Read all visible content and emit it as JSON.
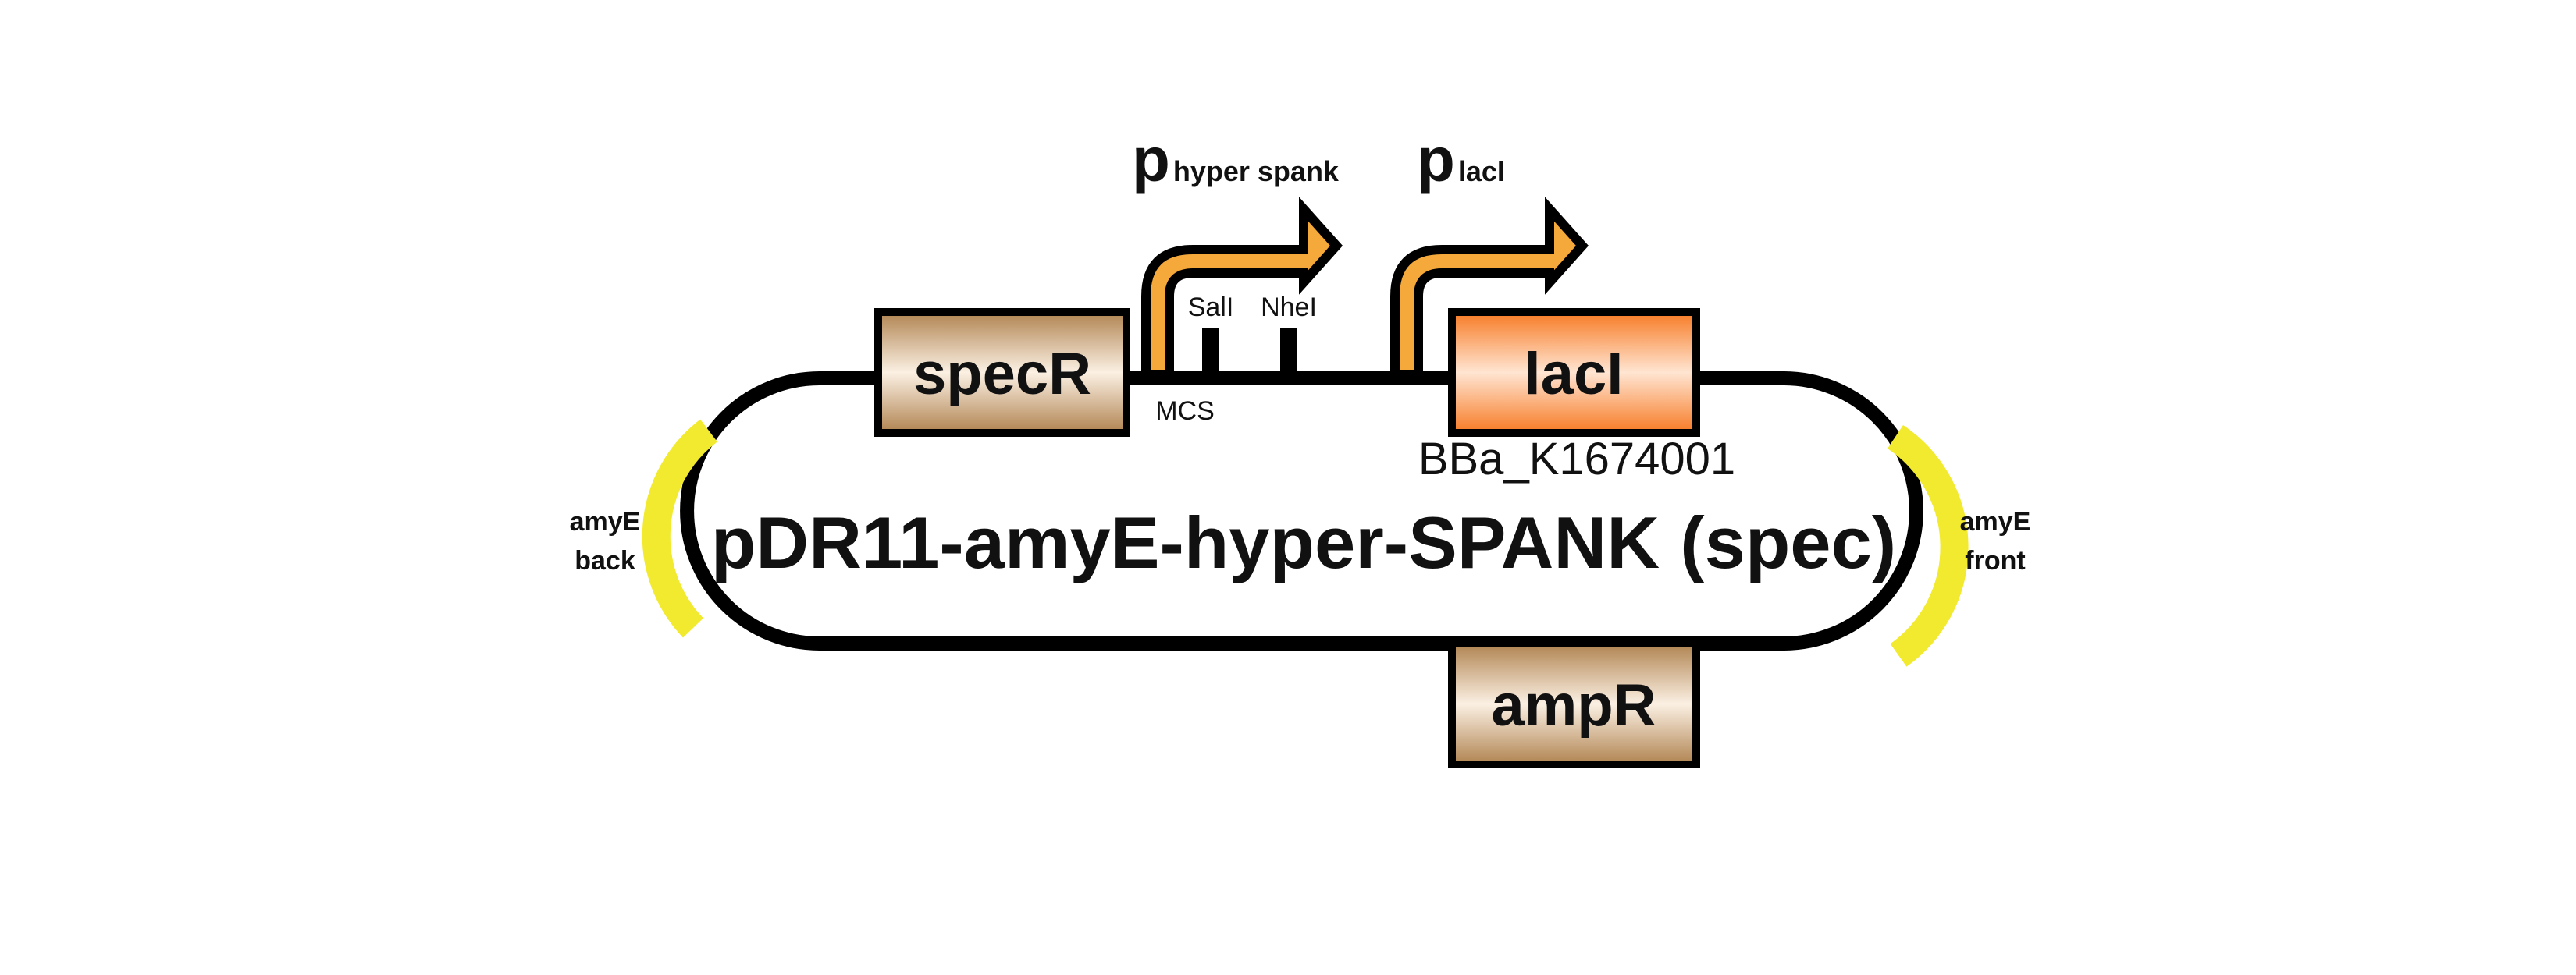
{
  "plasmid": {
    "name": "pDR11-amyE-hyper-SPANK (spec)"
  },
  "features": {
    "specR": "specR",
    "lacI": "lacI",
    "ampR": "ampR",
    "lacI_part_id": "BBa_K1674001",
    "mcs": "MCS",
    "sall": "SalI",
    "nhel": "NheI"
  },
  "promoters": {
    "hyper": {
      "p": "p",
      "sub": "hyper spank"
    },
    "lacI": {
      "p": "p",
      "sub": "lacI"
    }
  },
  "homology_arms": {
    "back": {
      "line1": "amyE",
      "line2": "back"
    },
    "front": {
      "line1": "amyE",
      "line2": "front"
    }
  },
  "colors": {
    "backbone": "#000000",
    "homology_arm": "#f2ea2f",
    "promoter_arrow": "#f5a93a",
    "brown_box_light": "#fbf0e3",
    "brown_box_dark": "#b08350",
    "orange_box_light": "#ffe5d2",
    "orange_box_dark": "#f77a24"
  }
}
